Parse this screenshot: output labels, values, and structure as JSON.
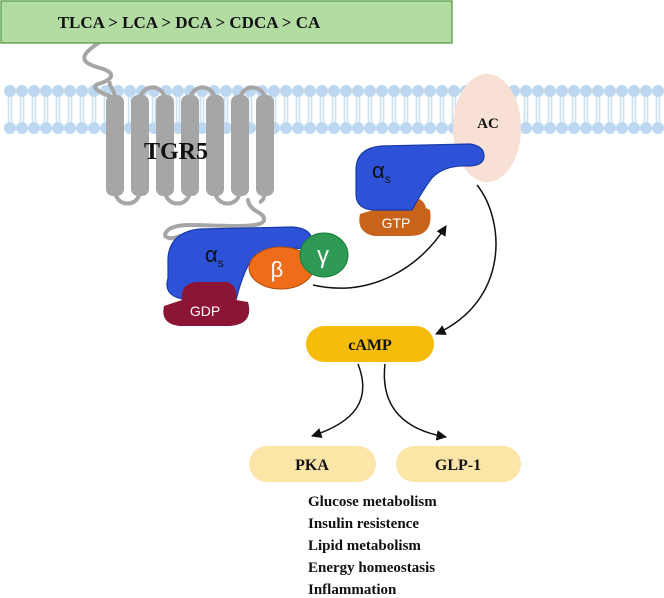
{
  "ligand_box": {
    "text": "TLCA > LCA > DCA > CDCA > CA"
  },
  "receptor": {
    "label": "TGR5"
  },
  "adenylyl_cyclase": {
    "label": "AC"
  },
  "g_protein_inactive": {
    "alpha_symbol": "α",
    "alpha_subscript": "s",
    "beta_symbol": "β",
    "gamma_symbol": "γ",
    "nucleotide": "GDP"
  },
  "g_protein_active": {
    "alpha_symbol": "α",
    "alpha_subscript": "s",
    "nucleotide": "GTP"
  },
  "second_messenger": {
    "label": "cAMP"
  },
  "effectors": [
    {
      "label": "PKA"
    },
    {
      "label": "GLP-1"
    }
  ],
  "outcomes": [
    "Glucose metabolism",
    "Insulin resistence",
    "Lipid metabolism",
    "Energy homeostasis",
    "Inflammation"
  ],
  "colors": {
    "membrane_head": "#bcd7ef",
    "membrane_tail": "#c9dff2",
    "ligand_box_fill": "#b3dca3",
    "ligand_box_stroke": "#6aa657",
    "receptor_helix": "#a6a6a6",
    "alpha_subunit": "#2d52d8",
    "beta_subunit": "#ee6c1a",
    "gamma_subunit": "#2e9a55",
    "gdp": "#8c1434",
    "gtp": "#c9631c",
    "ac": "#f8e0d4",
    "camp": "#f5bd09",
    "effector": "#fbe6a8",
    "arrow": "#111111"
  }
}
